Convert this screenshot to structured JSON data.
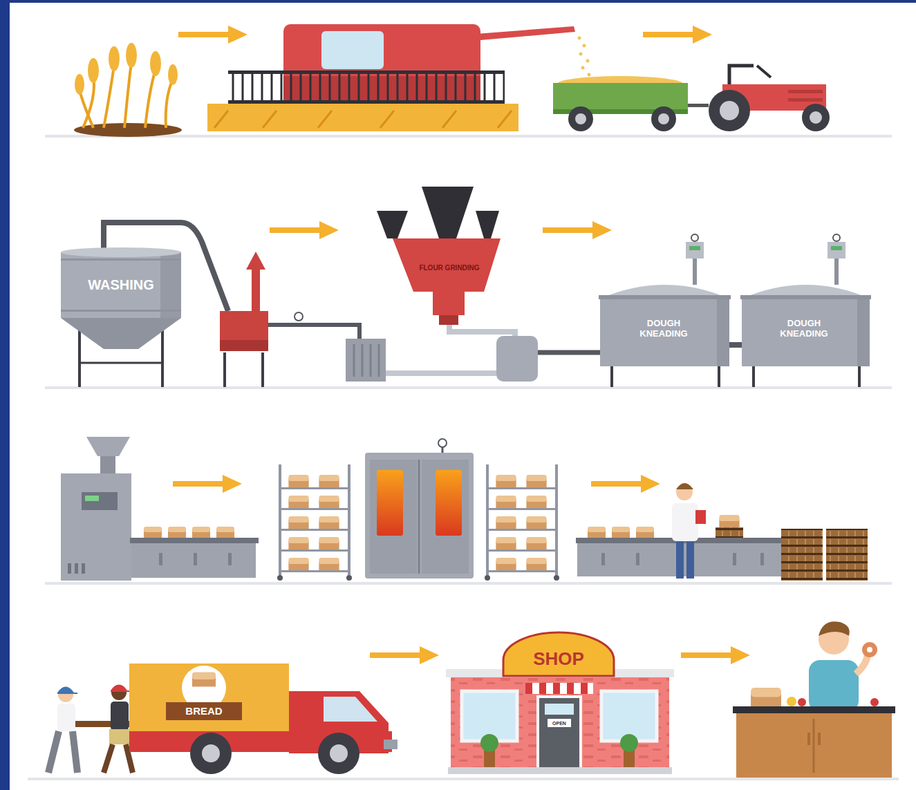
{
  "diagram": {
    "nodes": [
      {
        "text": [
          "WASHING"
        ]
      },
      {
        "text": [
          "FLOUR GRINDING"
        ]
      },
      {
        "text": [
          "DOUGH KNEADING"
        ]
      },
      {
        "text": [
          "DOUGH KNEADING"
        ]
      },
      {
        "text": [
          "BREAD"
        ]
      },
      {
        "text": [
          "SHOP"
        ]
      }
    ],
    "labels": [
      "OPEN"
    ]
  }
}
